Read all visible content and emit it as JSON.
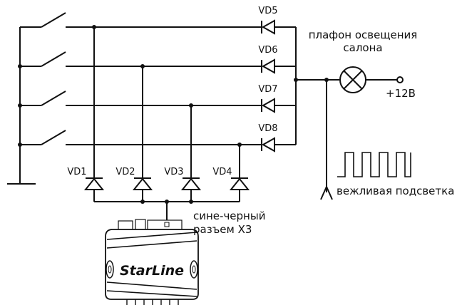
{
  "labels": {
    "vd5": "VD5",
    "vd6": "VD6",
    "vd7": "VD7",
    "vd8": "VD8",
    "vd1": "VD1",
    "vd2": "VD2",
    "vd3": "VD3",
    "vd4": "VD4",
    "lamp_line1": "плафон освещения",
    "lamp_line2": "салона",
    "plus12": "+12В",
    "courtesy_light": "вежливая подсветка",
    "connector_line1": "сине-черный",
    "connector_line2": "разъем X3",
    "brand": "StarLine"
  }
}
